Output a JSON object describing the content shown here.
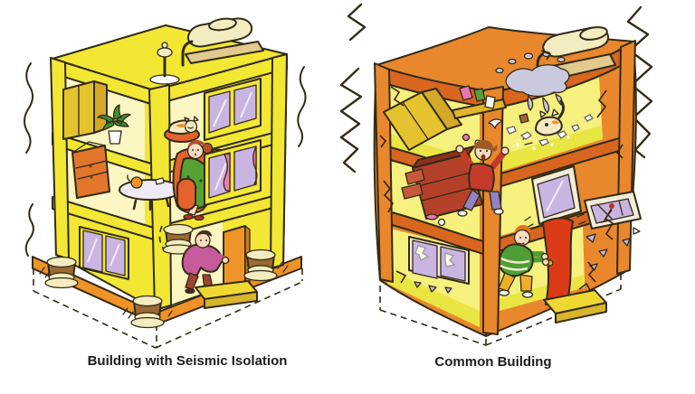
{
  "figure": {
    "panels": [
      {
        "id": "isolated",
        "caption": "Building with Seismic Isolation",
        "depicts": [
          "three-story cutaway building on seismic isolation bearings",
          "water-tank on roof",
          "sleeping-cat",
          "woman seated calmly in armchair",
          "man opening door normally",
          "intact windows",
          "orange base platform with dashed ground outline",
          "gentle shake lines"
        ]
      },
      {
        "id": "common",
        "caption": "Common Building",
        "depicts": [
          "deformed three-story cutaway building",
          "tilted water-tank spilling",
          "falling wardrobe and books",
          "scared cat and breaking dishes",
          "toppling chest of drawers",
          "panicked woman",
          "man pulling jammed warped door",
          "broken windows and flying shards",
          "wall cracks",
          "strong shake zigzags"
        ]
      }
    ]
  },
  "colors": {
    "background": "#ffffff",
    "caption_text": "#1c1c1c",
    "outline": "#332b16",
    "isolated_building": "#f2e733",
    "isolated_interior": "#fbf6c2",
    "common_building": "#e8872c",
    "common_accent": "#d8661f",
    "interior_pale": "#f6f07e",
    "window_glass": "#c9b4e2",
    "platform_orange": "#ef9329",
    "bearing_brown": "#9a6a33",
    "water_splash": "#c9cade",
    "door_red": "#da3b16",
    "door_orange": "#ef9429"
  }
}
